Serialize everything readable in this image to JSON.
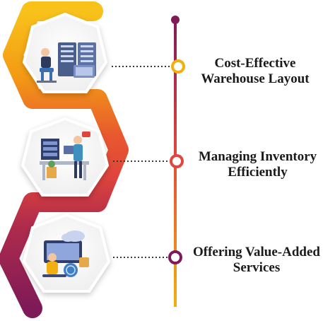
{
  "steps": [
    {
      "line1": "Cost-Effective",
      "line2": "Warehouse Layout",
      "accent": "#f2b010",
      "icon": "server-room-worker-icon"
    },
    {
      "line1": "Managing Inventory",
      "line2": "Efficiently",
      "accent": "#e3463f",
      "icon": "worker-at-desk-shelf-icon"
    },
    {
      "line1": "Offering Value-Added",
      "line2": "Services",
      "accent": "#7e1a57",
      "icon": "cloud-services-worker-icon"
    }
  ],
  "colors": {
    "orange": "#f39a14",
    "red": "#e0453b",
    "magenta": "#8b1d57",
    "timeline_top": "#7e1a57",
    "timeline_bottom": "#f2b010"
  }
}
